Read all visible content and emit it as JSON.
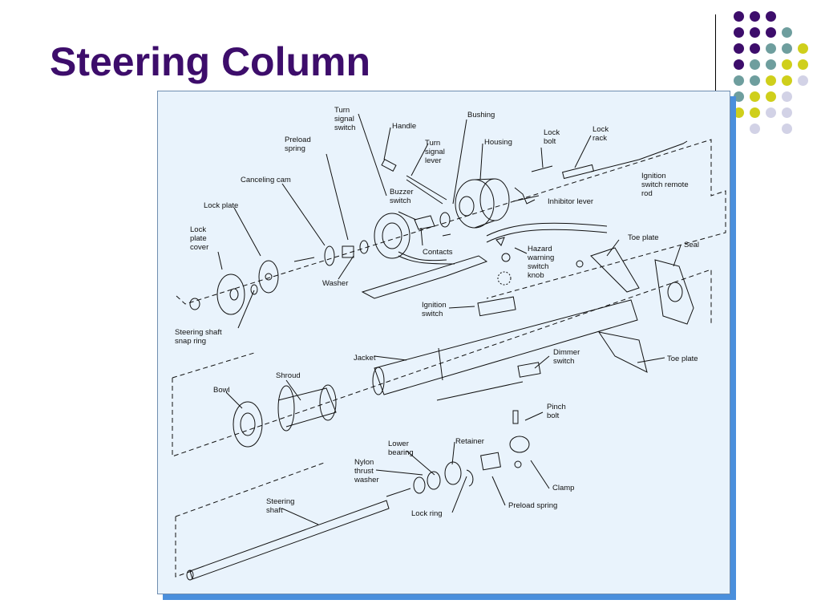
{
  "slide": {
    "title": "Steering Column"
  },
  "decor": {
    "dot_colors": {
      "purple": "#3d0d6b",
      "teal": "#6e9e9e",
      "yellow": "#cfcf1b",
      "lavender": "#d2d2e6"
    },
    "frame_color": "#e9f3fc",
    "shadow_color": "#4a8fdc"
  },
  "diagram": {
    "labels": {
      "turn_signal_switch": "Turn\nsignal\nswitch",
      "handle": "Handle",
      "bushing": "Bushing",
      "preload_spring_top": "Preload\nspring",
      "turn_signal_lever": "Turn\nsignal\nlever",
      "housing": "Housing",
      "lock_bolt": "Lock\nbolt",
      "lock_rack": "Lock\nrack",
      "canceling_cam": "Canceling cam",
      "ignition_switch_remote_rod": "Ignition\nswitch remote\nrod",
      "buzzer_switch": "Buzzer\nswitch",
      "inhibitor_lever": "Inhibitor lever",
      "lock_plate": "Lock plate",
      "lock_plate_cover": "Lock\nplate\ncover",
      "toe_plate_top": "Toe plate",
      "seal": "Seal",
      "hazard_warning_switch_knob": "Hazard\nwarning\nswitch\nknob",
      "contacts": "Contacts",
      "washer": "Washer",
      "ignition_switch": "Ignition\nswitch",
      "steering_shaft_snap_ring": "Steering shaft\nsnap ring",
      "jacket": "Jacket",
      "dimmer_switch": "Dimmer\nswitch",
      "toe_plate_bottom": "Toe plate",
      "shroud": "Shroud",
      "bowl": "Bowl",
      "pinch_bolt": "Pinch\nbolt",
      "lower_bearing": "Lower\nbearing",
      "retainer": "Retainer",
      "nylon_thrust_washer": "Nylon\nthrust\nwasher",
      "clamp": "Clamp",
      "steering_shaft": "Steering\nshaft",
      "preload_spring_bottom": "Preload spring",
      "lock_ring": "Lock ring"
    }
  }
}
